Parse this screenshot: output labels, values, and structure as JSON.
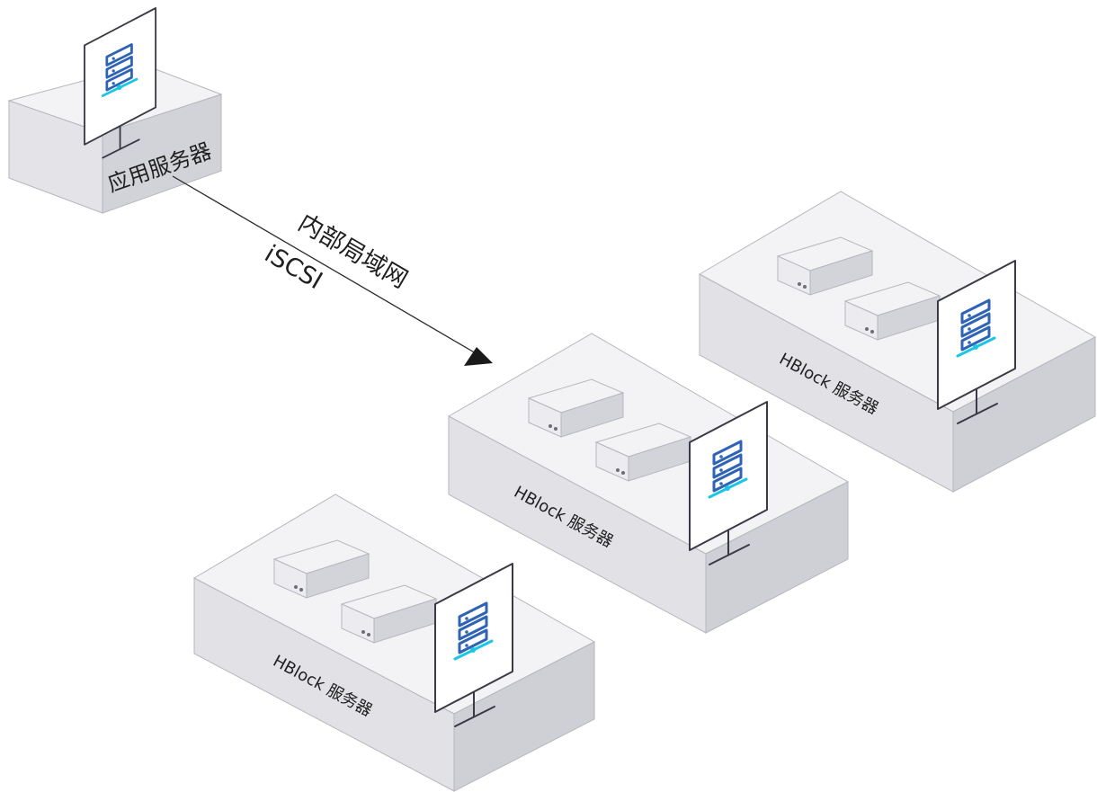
{
  "app_server": {
    "label": "应用服务器"
  },
  "link": {
    "network_label": "内部局域网",
    "protocol_label": "iSCSI"
  },
  "hblock_servers": [
    {
      "label": "HBlock 服务器"
    },
    {
      "label": "HBlock 服务器"
    },
    {
      "label": "HBlock 服务器"
    }
  ],
  "colors": {
    "top_face": "#f3f3f5",
    "left_face": "#dfdfe4",
    "right_face": "#cfcfd6",
    "edge": "#b6b6bd",
    "monitor_frame": "#3a3a46",
    "icon_blue": "#2f63b5",
    "icon_cyan": "#19c6e6",
    "arrow": "#1a1a1a"
  },
  "icons": [
    "server-monitor-icon",
    "storage-drive-icon",
    "arrow-head-icon"
  ]
}
